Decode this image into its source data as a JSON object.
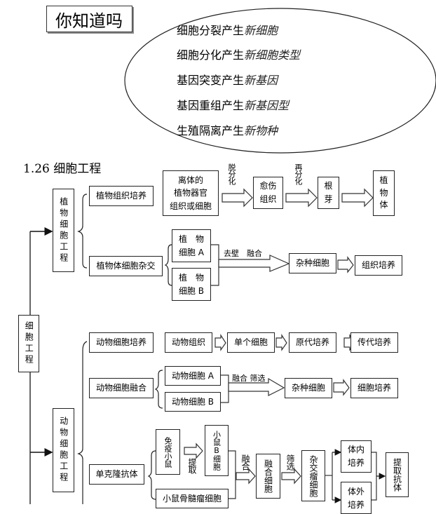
{
  "did_you_know": {
    "title": "你知道吗",
    "items": [
      {
        "prefix": "细胞分裂产生",
        "emphasis": "新细胞"
      },
      {
        "prefix": "细胞分化产生",
        "emphasis": "新细胞类型"
      },
      {
        "prefix": "基因突变产生",
        "emphasis": "新基因"
      },
      {
        "prefix": "基因重组产生",
        "emphasis": "新基因型"
      },
      {
        "prefix": "生殖隔离产生",
        "emphasis": "新物种"
      }
    ]
  },
  "section_title": "1.26 细胞工程",
  "root": "细胞工程",
  "plant": {
    "title": "植物细胞工程",
    "tissue_culture": {
      "label": "植物组织培养",
      "steps": [
        "离体的植物器官组织或细胞",
        "愈伤组织",
        "根芽",
        "植物体"
      ],
      "step_lines": [
        [
          "离体的",
          "植物器官",
          "组织或细胞"
        ],
        [
          "愈伤",
          "组织"
        ],
        [
          "根",
          "芽"
        ],
        [
          "植",
          "物",
          "体"
        ]
      ],
      "arrow_labels": [
        "脱分化",
        "再分化",
        ""
      ]
    },
    "somatic_hybrid": {
      "label": "植物体细胞杂交",
      "cell_a": [
        "植　物",
        "细胞 A"
      ],
      "cell_b": [
        "植　物",
        "细胞 B"
      ],
      "arrow_label": "去壁　融合",
      "hybrid": "杂种细胞",
      "result": "组织培养"
    }
  },
  "animal": {
    "title": "动物细胞工程",
    "cell_culture": {
      "label": "动物细胞培养",
      "steps": [
        "动物组织",
        "单个细胞",
        "原代培养",
        "传代培养"
      ]
    },
    "cell_fusion": {
      "label": "动物细胞融合",
      "cell_a": "动物细胞 A",
      "cell_b": "动物细胞 B",
      "arrow_label": "融合 筛选",
      "hybrid": "杂种细胞",
      "result": "细胞培养"
    },
    "monoclonal": {
      "label": "单克隆抗体",
      "immune_mouse": "免疫小鼠",
      "extract_label": "提取",
      "b_cell": "小鼠B细胞",
      "myeloma": "小鼠骨髓瘤细胞",
      "fuse_label": "融合",
      "fused_cell": "融合细胞",
      "screen_label": "筛选",
      "hybridoma": "杂交瘤细胞",
      "in_vivo": [
        "体内",
        "培养"
      ],
      "in_vitro": [
        "体外",
        "培养"
      ],
      "result": "提取抗体"
    }
  }
}
